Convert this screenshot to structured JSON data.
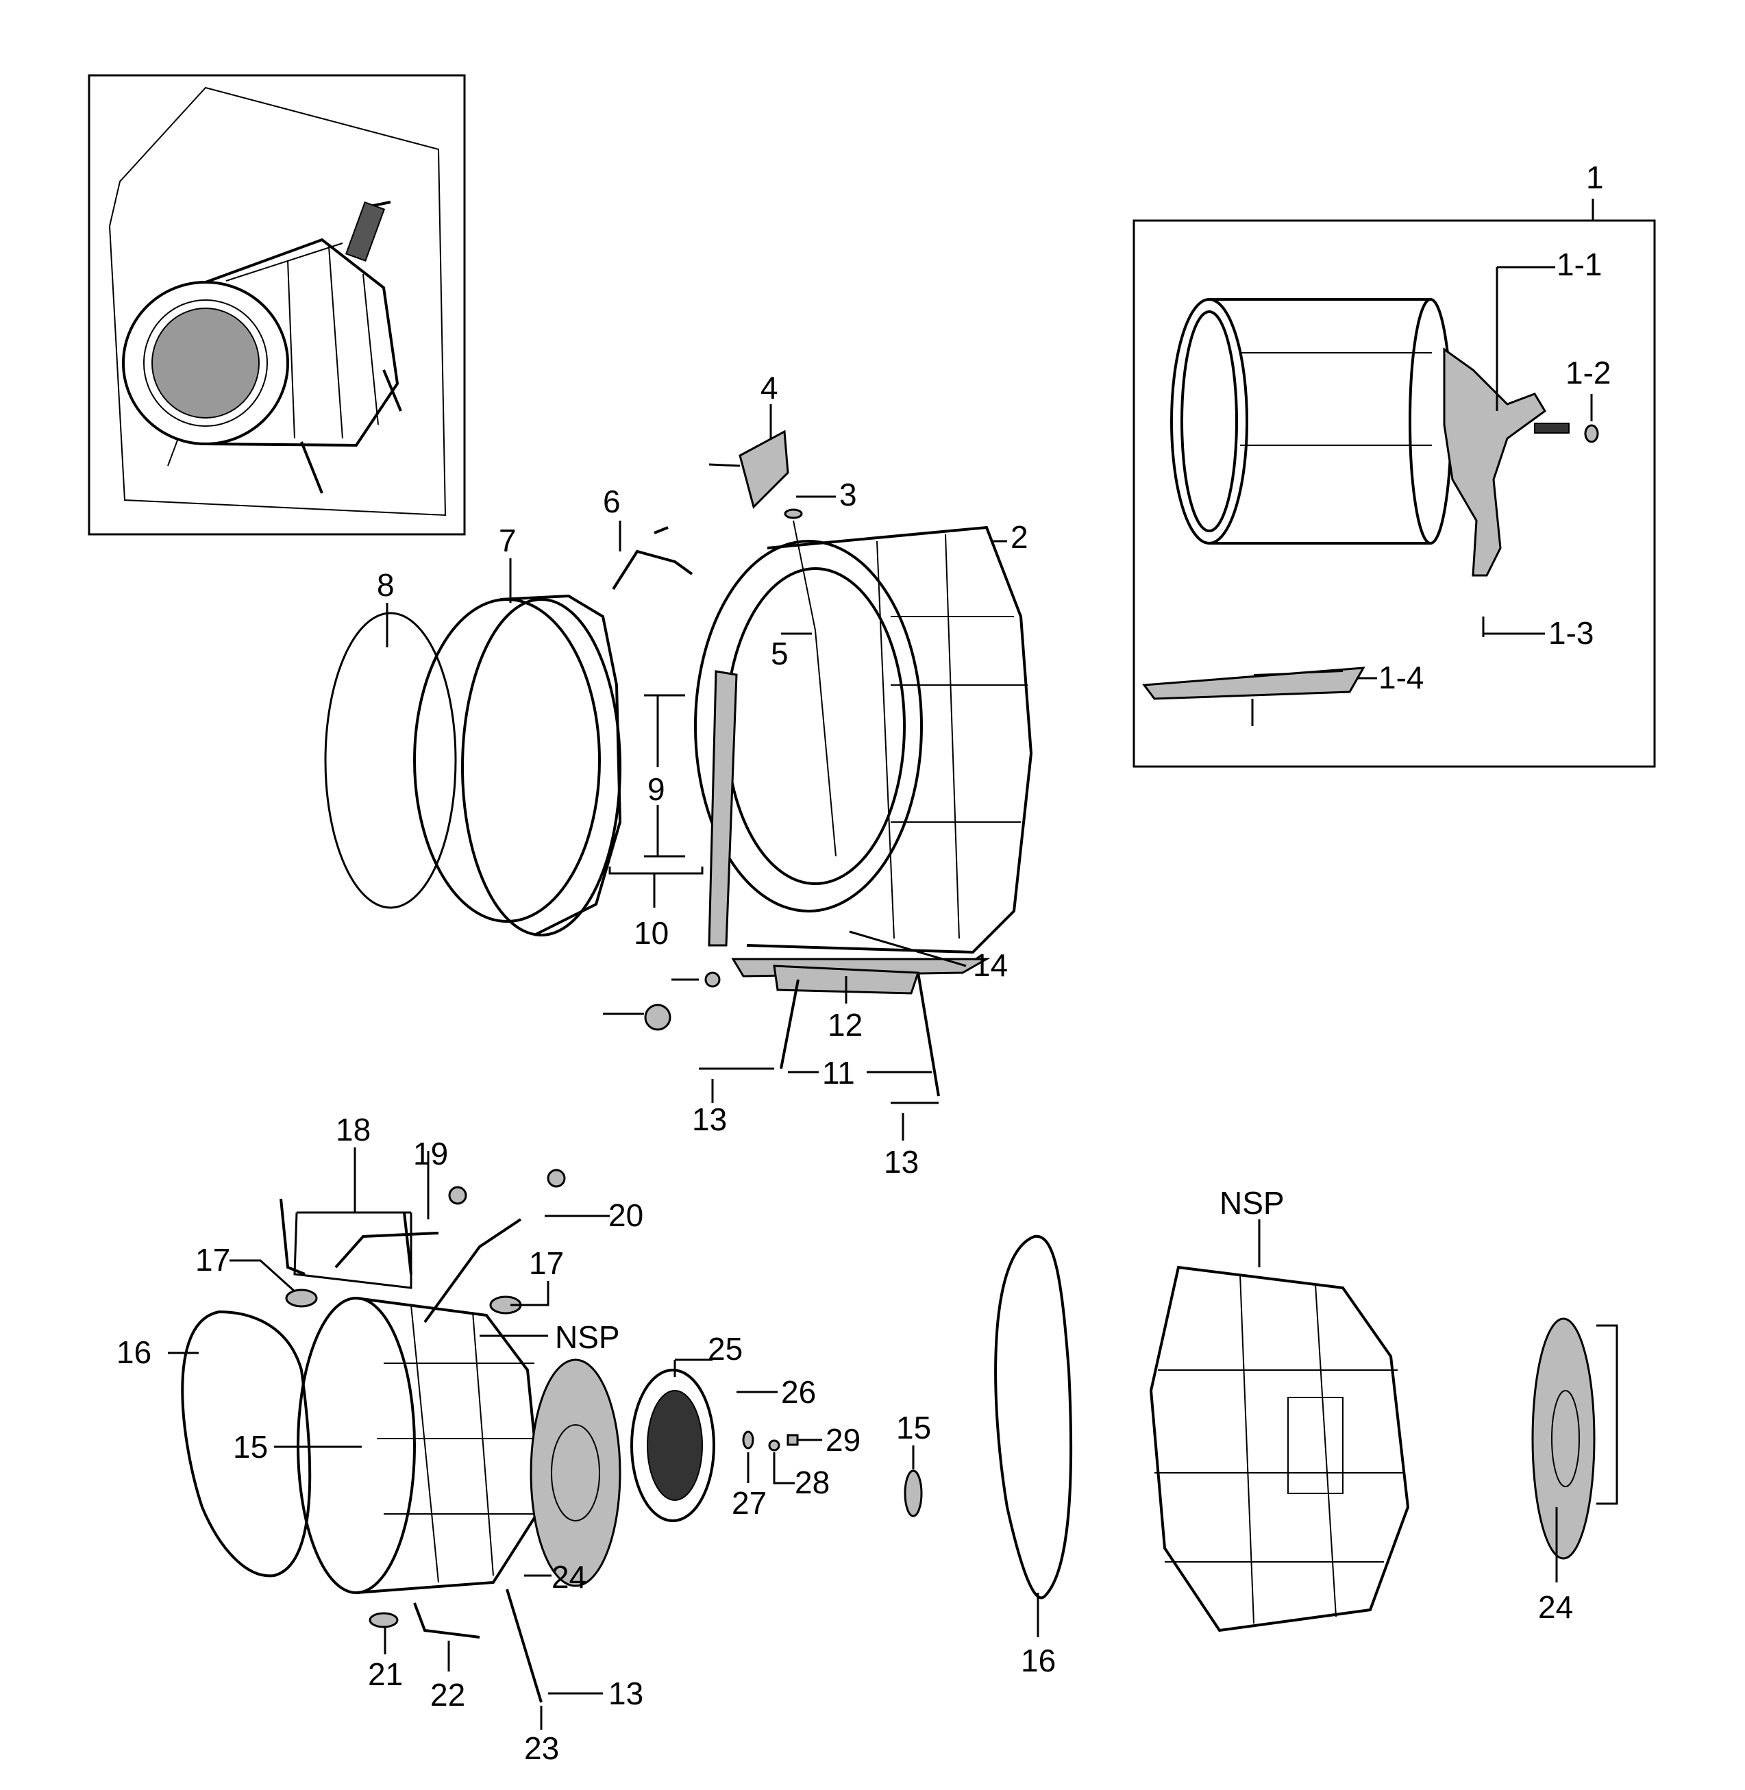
{
  "callouts": {
    "c1": "1",
    "c1_1": "1-1",
    "c1_2": "1-2",
    "c1_3": "1-3",
    "c1_4": "1-4",
    "c2": "2",
    "c3": "3",
    "c4": "4",
    "c5": "5",
    "c6": "6",
    "c7": "7",
    "c8": "8",
    "c9": "9",
    "c10": "10",
    "c11": "11",
    "c12": "12",
    "c13a": "13",
    "c13b": "13",
    "c13c": "13",
    "c14": "14",
    "c15a": "15",
    "c15b": "15",
    "c16a": "16",
    "c16b": "16",
    "c17a": "17",
    "c17b": "17",
    "c18": "18",
    "c19": "19",
    "c20": "20",
    "c21": "21",
    "c22": "22",
    "c23": "23",
    "c24a": "24",
    "c24b": "24",
    "c25": "25",
    "c26": "26",
    "c27": "27",
    "c28": "28",
    "c29": "29",
    "nsp_a": "NSP",
    "nsp_b": "NSP"
  }
}
